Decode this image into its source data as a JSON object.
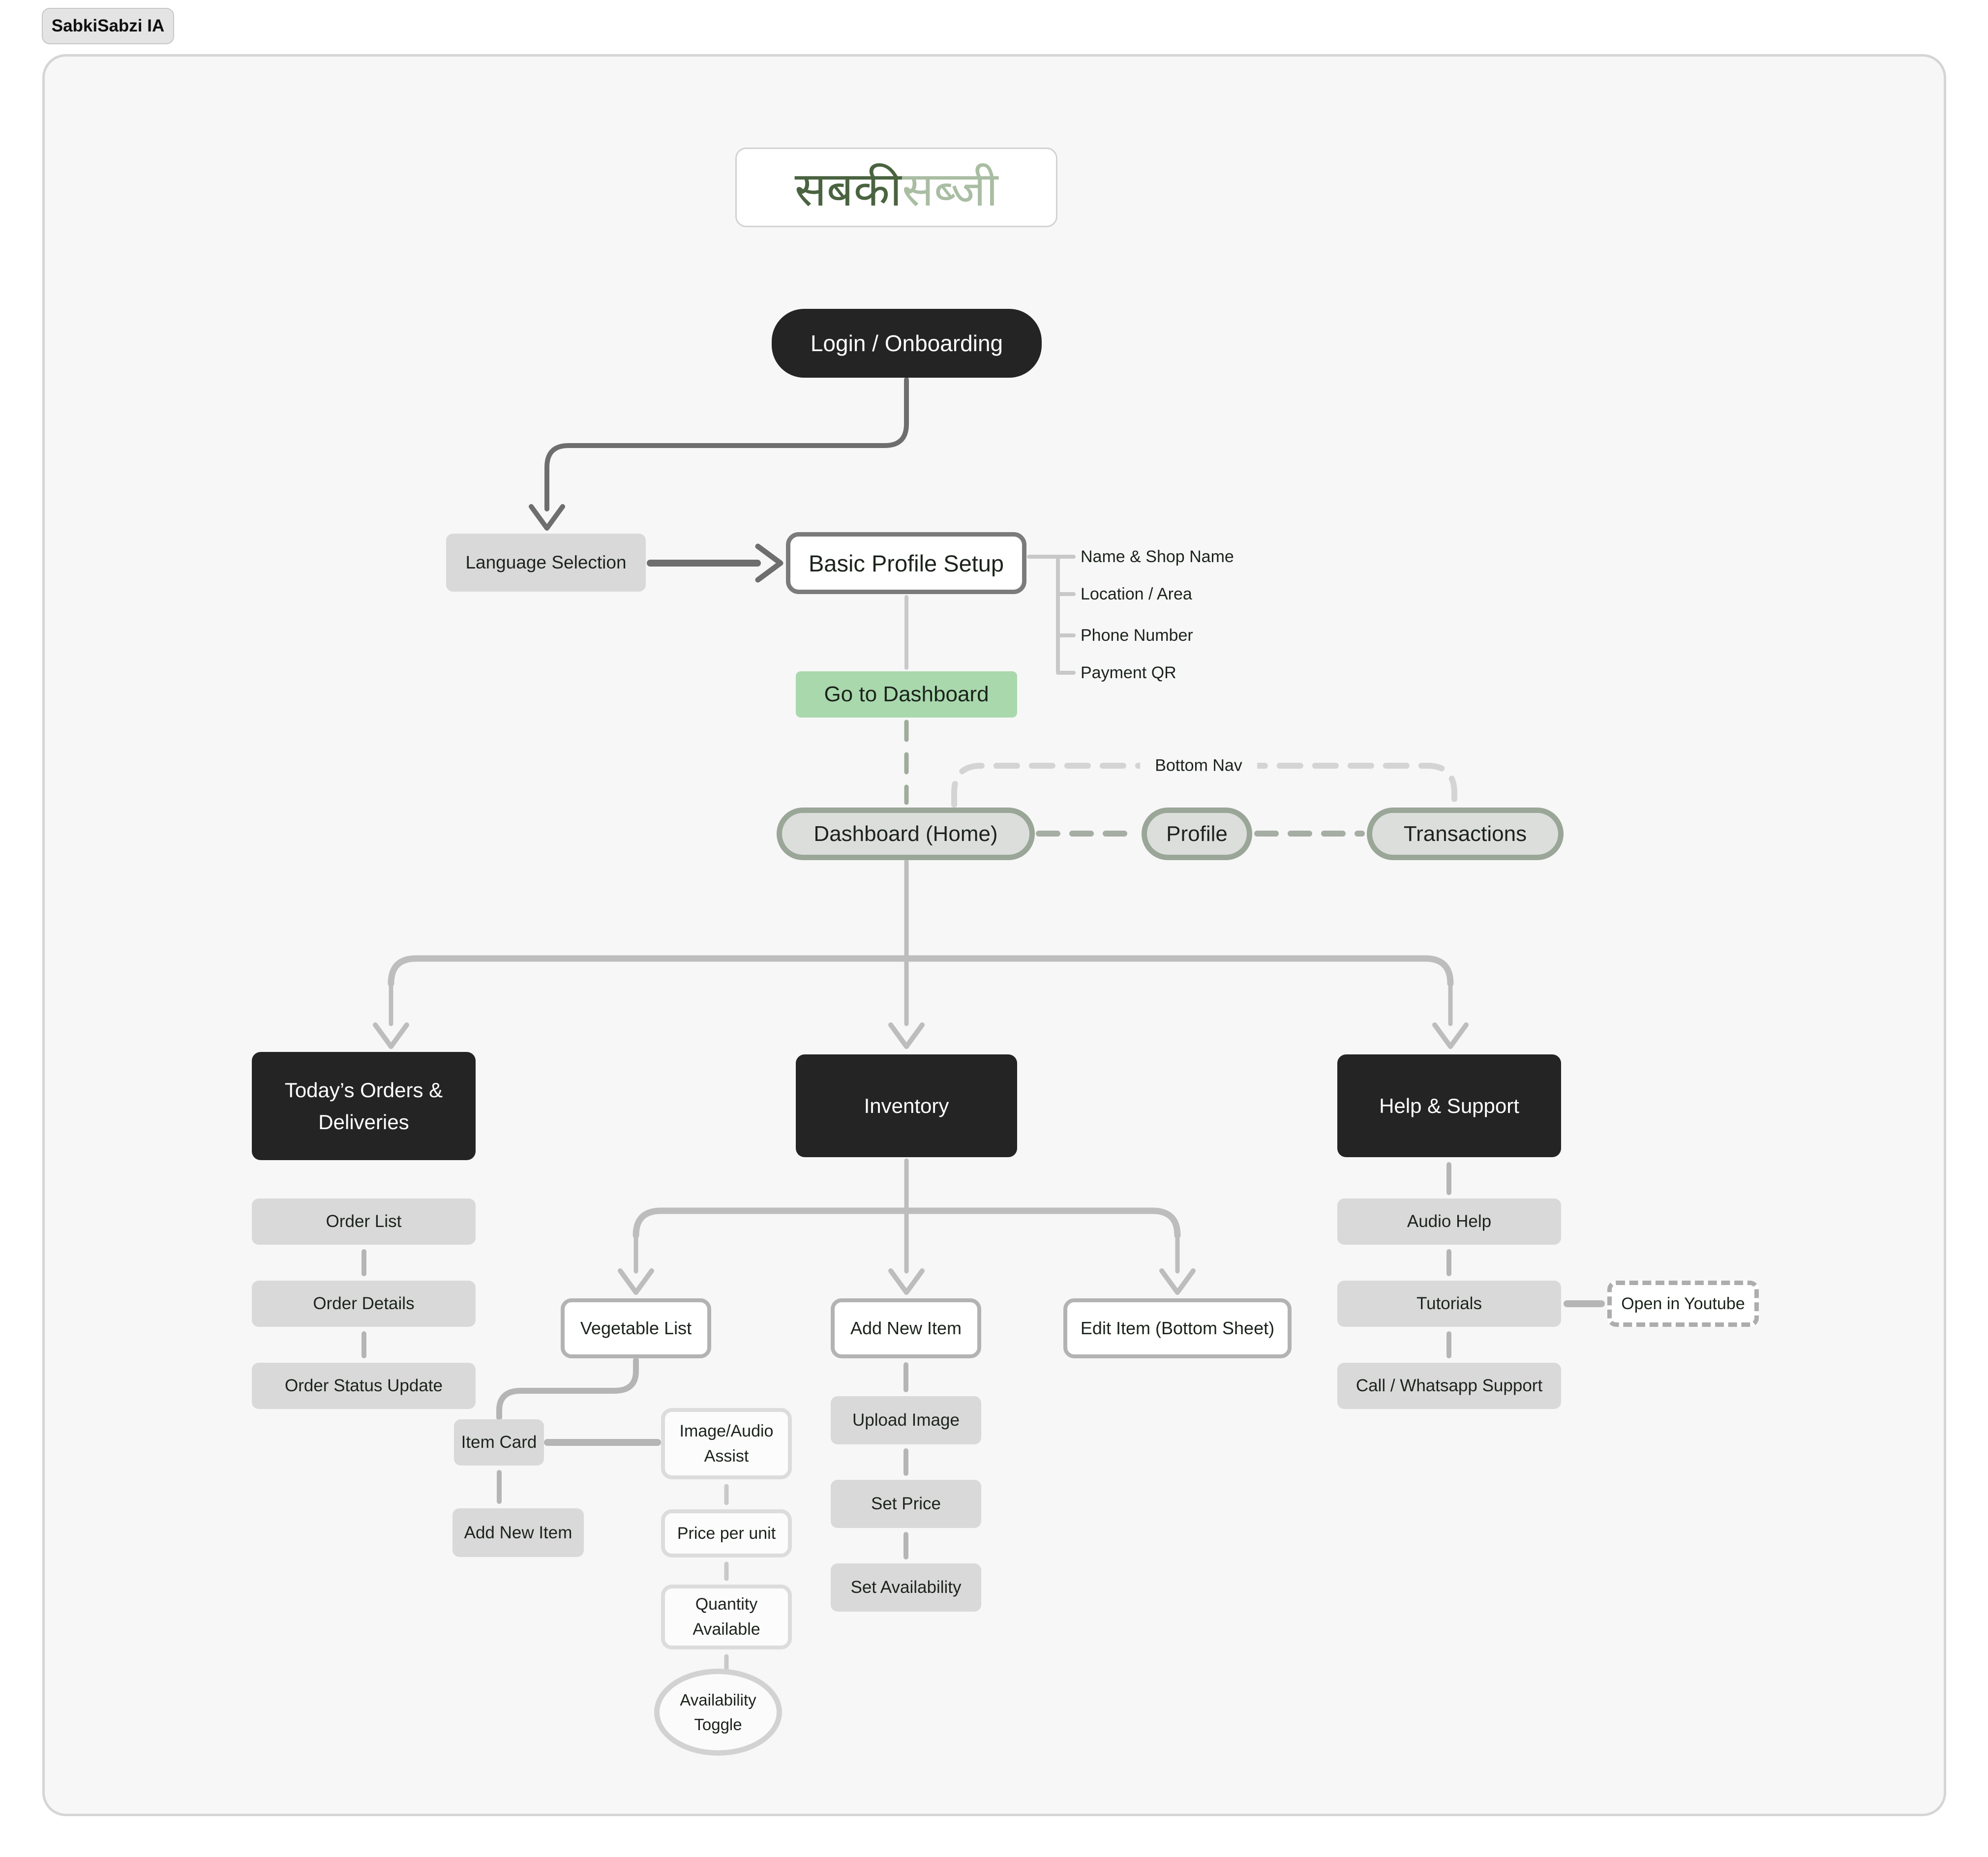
{
  "tab": {
    "label": "SabkiSabzi IA"
  },
  "logo": {
    "part1": "सबकी",
    "part2": "सब्जी"
  },
  "flow": {
    "login": "Login / Onboarding",
    "language_selection": "Language Selection",
    "basic_profile_setup": "Basic Profile Setup",
    "profile_fields": [
      "Name & Shop Name",
      "Location / Area",
      "Phone Number",
      "Payment QR"
    ],
    "go_to_dashboard": "Go to Dashboard",
    "bottom_nav": "Bottom Nav",
    "dashboard_home": "Dashboard (Home)",
    "profile": "Profile",
    "transactions": "Transactions",
    "todays_orders": "Today’s Orders & Deliveries",
    "inventory": "Inventory",
    "help_support": "Help & Support",
    "order_list": "Order List",
    "order_details": "Order Details",
    "order_status_update": "Order Status Update",
    "vegetable_list": "Vegetable List",
    "add_new_item": "Add New Item",
    "edit_item": "Edit Item (Bottom Sheet)",
    "item_card": "Item Card",
    "item_card_add_new": "Add New Item",
    "image_audio_assist": "Image/Audio Assist",
    "price_per_unit": "Price per unit",
    "quantity_available": "Quantity Available",
    "availability_toggle": "Availability Toggle",
    "upload_image": "Upload Image",
    "set_price": "Set Price",
    "set_availability": "Set Availability",
    "audio_help": "Audio Help",
    "tutorials": "Tutorials",
    "call_whatsapp_support": "Call / Whatsapp Support",
    "open_in_youtube": "Open in Youtube"
  },
  "colors": {
    "canvas_bg": "#f7f7f7",
    "node_dark": "#242424",
    "node_gray": "#d9d9d9",
    "green_cta": "#a9d8ad",
    "pill_border": "#9aa697",
    "logo_dark_green": "#4a6340",
    "logo_light_green": "#a9bda3",
    "connector_gray": "#b5b5b5",
    "branch_gray": "#bdbdbd",
    "arrow_dark": "#6e6e6e",
    "dashed_green": "#9fab9c"
  }
}
